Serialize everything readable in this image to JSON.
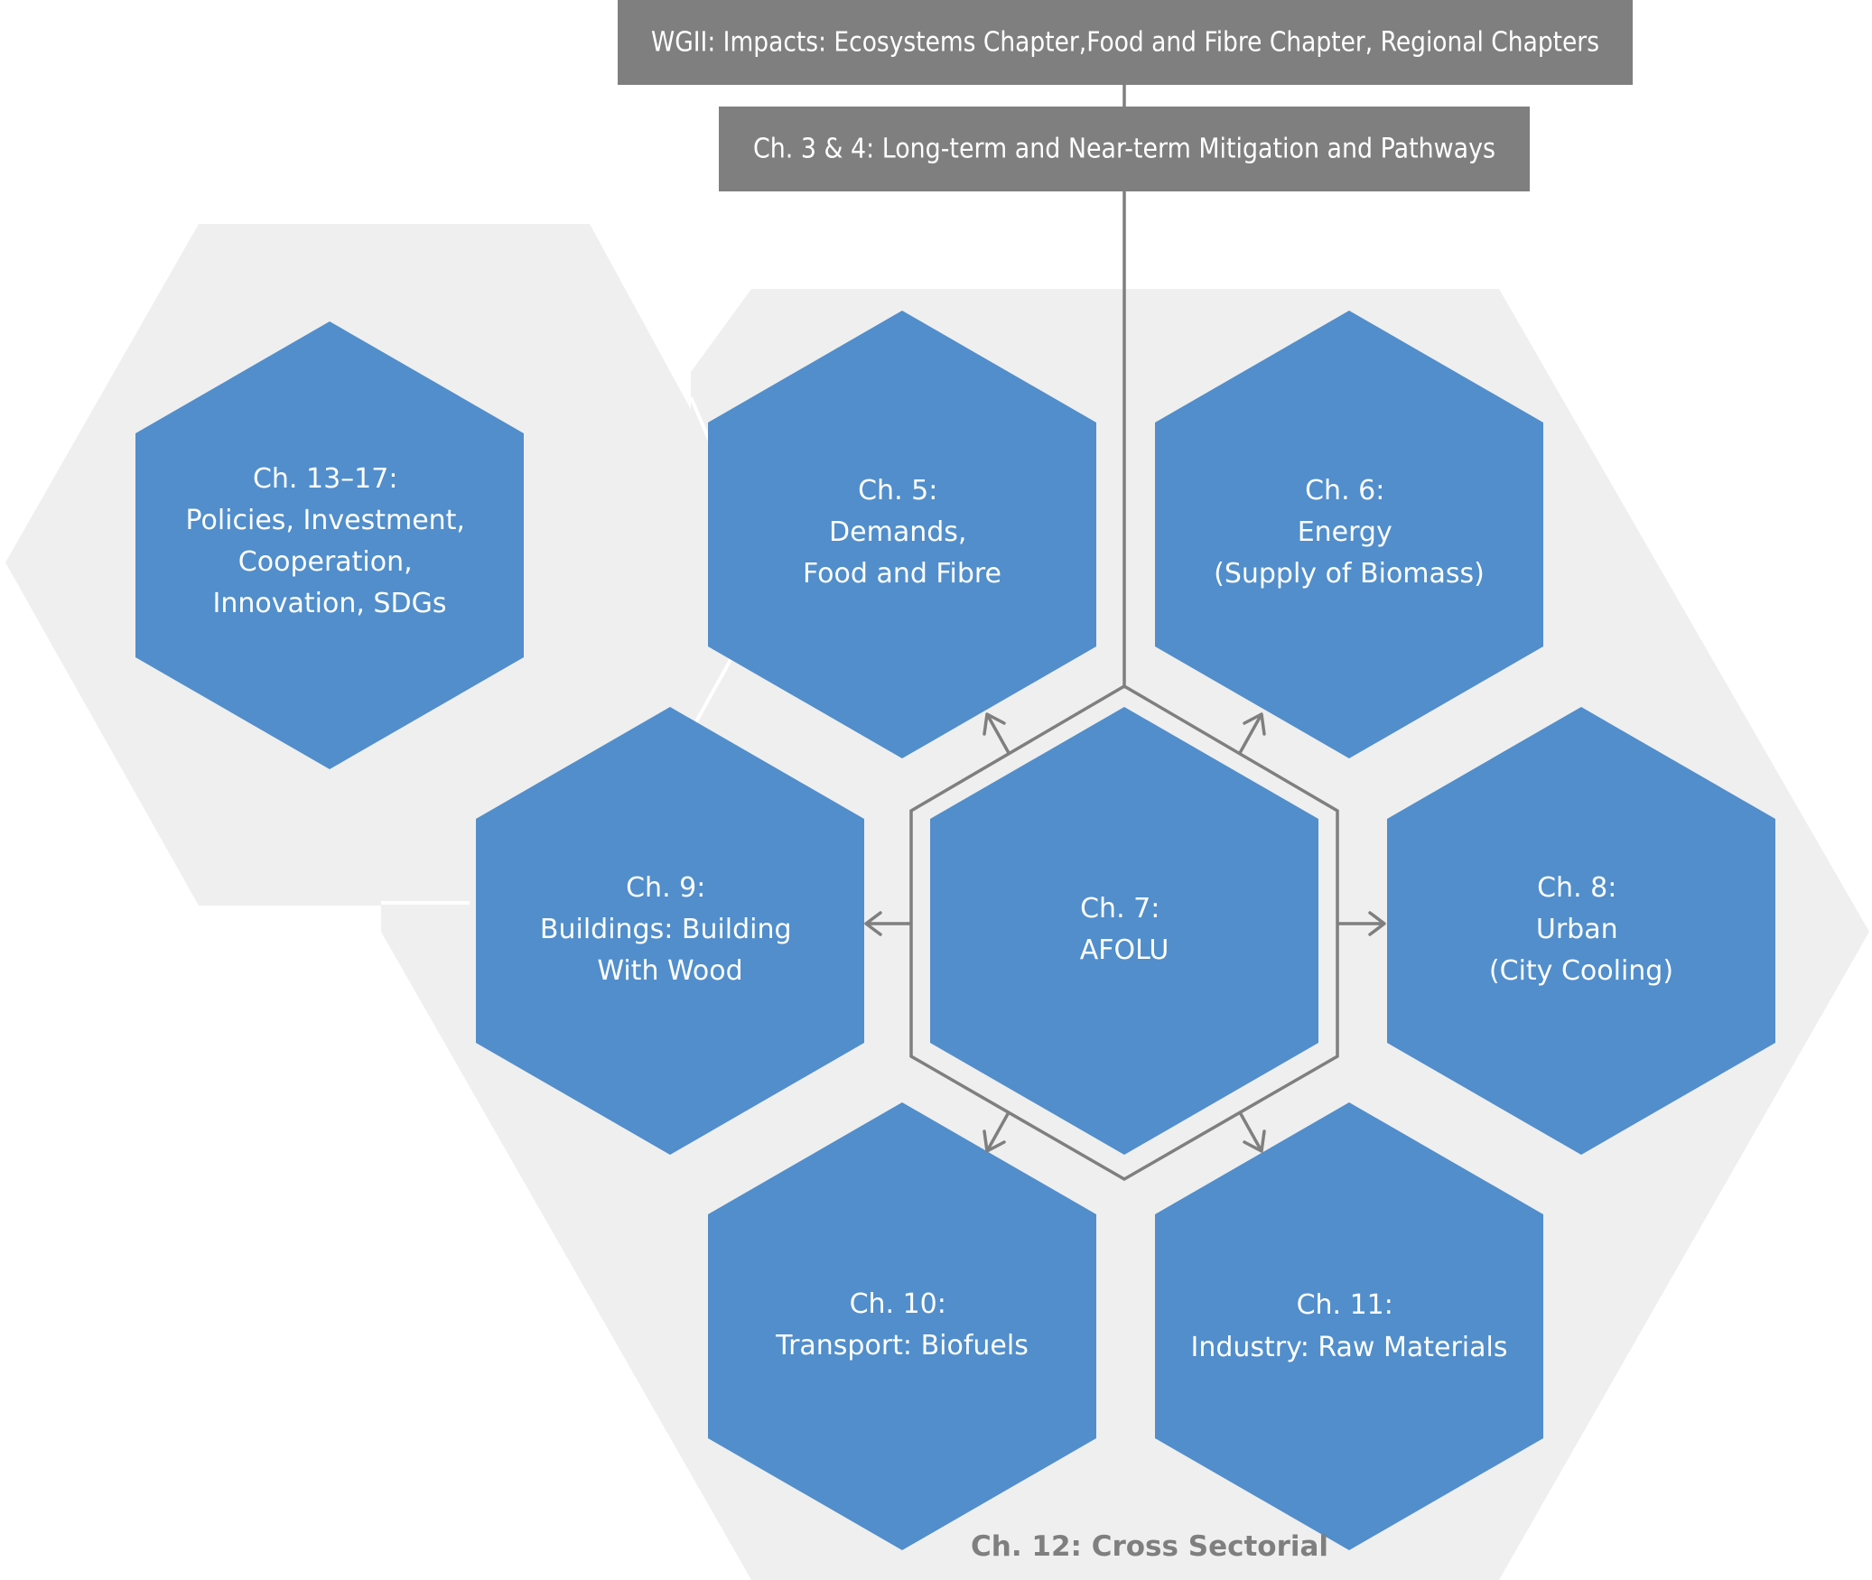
{
  "colors": {
    "hexagon_fill": "#518ecb",
    "background_panel": "#efefef",
    "banner_fill": "#7f7f7f",
    "line": "#7f7f7f",
    "text_on_blue": "#ffffff",
    "footer_text": "#7f7f7f"
  },
  "banners": {
    "wgii": "WGII: Impacts: Ecosystems Chapter,Food and Fibre Chapter, Regional Chapters",
    "ch3_4": "Ch. 3 & 4: Long-term and Near-term Mitigation and Pathways"
  },
  "chapters": {
    "ch13_17": [
      "Ch. 13–17:",
      "Policies, Investment,",
      "Cooperation,",
      "Innovation, SDGs"
    ],
    "ch5": [
      "Ch. 5:",
      "Demands,",
      "Food and Fibre"
    ],
    "ch6": [
      "Ch. 6:",
      "Energy",
      "(Supply of Biomass)"
    ],
    "ch7": [
      "Ch. 7:",
      "AFOLU"
    ],
    "ch8": [
      "Ch. 8:",
      "Urban",
      "(City Cooling)"
    ],
    "ch9": [
      "Ch. 9:",
      "Buildings: Building",
      "With Wood"
    ],
    "ch10": [
      "Ch. 10:",
      "Transport: Biofuels"
    ],
    "ch11": [
      "Ch. 11:",
      "Industry: Raw Materials"
    ]
  },
  "footer": {
    "cross_sectorial": "Ch. 12: Cross Sectorial"
  },
  "icons": {
    "arrow": "arrow-icon"
  }
}
